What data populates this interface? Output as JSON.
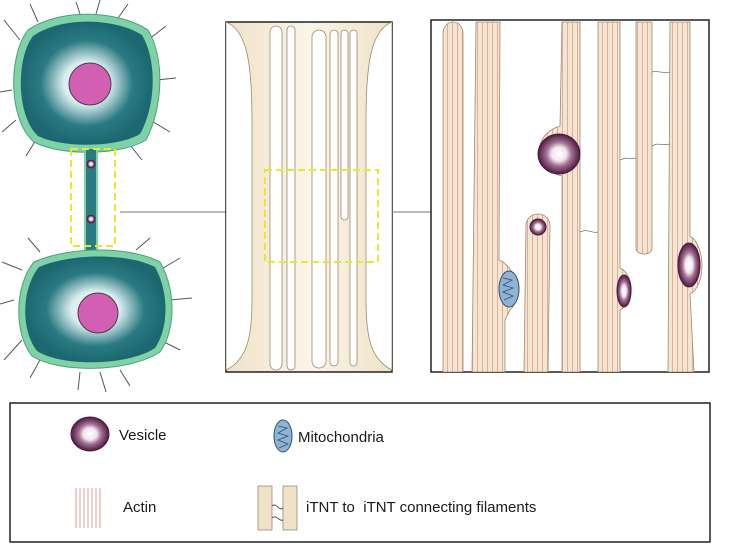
{
  "legend": {
    "vesicle_label": "Vesicle",
    "mitochondria_label": "Mitochondria",
    "actin_label": "Actin",
    "connector_label": "iTNT to  iTNT connecting filaments"
  },
  "colors": {
    "cell_membrane": "#7fd1a6",
    "cell_body": "#1f6c74",
    "nucleus": "#d15fb2",
    "tube_fill": "#f2e6cf",
    "actin": "#e39a9a",
    "vesicle_dark": "#5a1b47",
    "mitochondria": "#8fb4d3",
    "highlight_box": "#e5ea2a"
  },
  "icons": {
    "vesicle": "vesicle-icon",
    "mitochondria": "mitochondria-icon",
    "actin": "actin-icon",
    "connector": "connector-icon"
  }
}
